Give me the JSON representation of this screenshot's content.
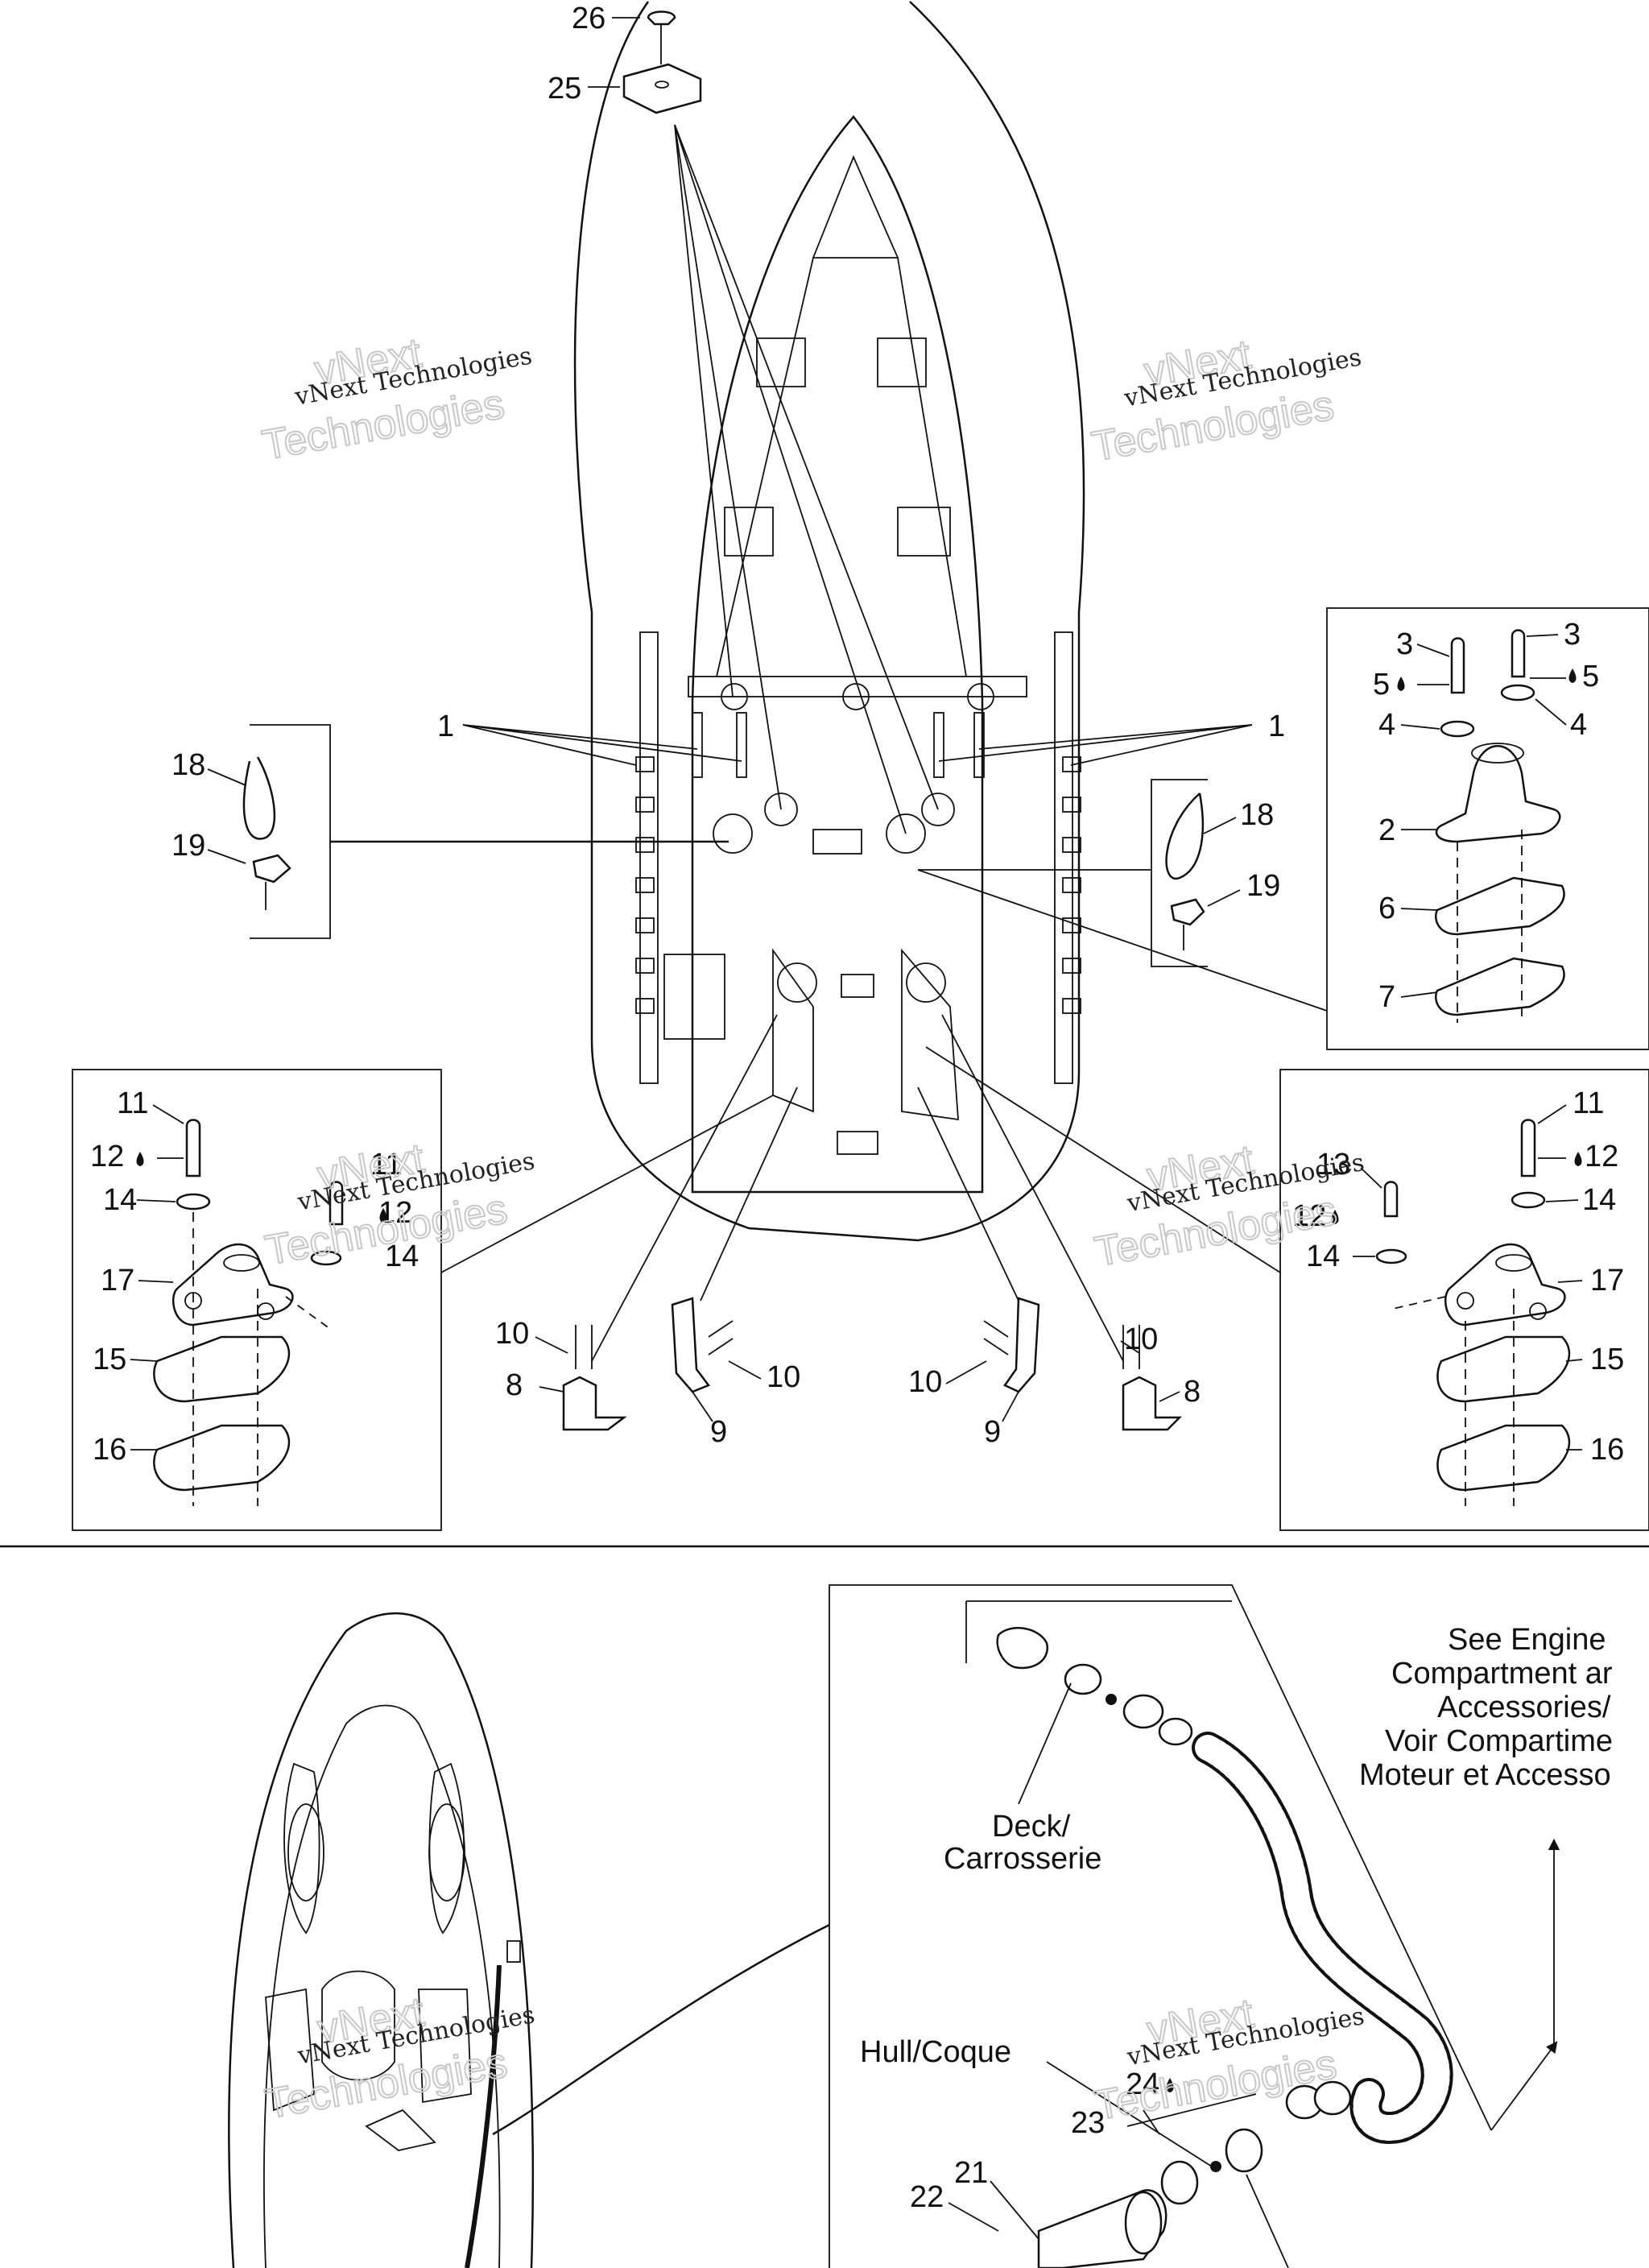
{
  "callouts": {
    "c1a": "1",
    "c1b": "1",
    "c2": "2",
    "c3a": "3",
    "c3b": "3",
    "c4a": "4",
    "c4b": "4",
    "c5a": "5",
    "c5b": "5",
    "c6": "6",
    "c7": "7",
    "c8a": "8",
    "c8b": "8",
    "c9a": "9",
    "c9b": "9",
    "c10a": "10",
    "c10b": "10",
    "c10c": "10",
    "c10d": "10",
    "c11a": "11",
    "c11b": "11",
    "c11c": "11",
    "c12a": "12",
    "c12b": "12",
    "c12c": "12",
    "c12d": "12",
    "c13": "13",
    "c14a": "14",
    "c14b": "14",
    "c14c": "14",
    "c14d": "14",
    "c15a": "15",
    "c15b": "15",
    "c16a": "16",
    "c16b": "16",
    "c17a": "17",
    "c17b": "17",
    "c18a": "18",
    "c18b": "18",
    "c19a": "19",
    "c19b": "19",
    "c21": "21",
    "c22": "22",
    "c23": "23",
    "c24": "24",
    "c25": "25",
    "c26": "26"
  },
  "notes": {
    "deck_line1": "Deck/",
    "deck_line2": "Carrosserie",
    "hull": "Hull/Coque",
    "engine_line1": "See Engine",
    "engine_line2": "Compartment ar",
    "engine_line3": "Accessories/",
    "engine_line4": "Voir Compartime",
    "engine_line5": "Moteur et Accesso"
  },
  "watermark": {
    "vnext": "vNext",
    "company": "vNext Technologies",
    "tech": "Technologies"
  }
}
